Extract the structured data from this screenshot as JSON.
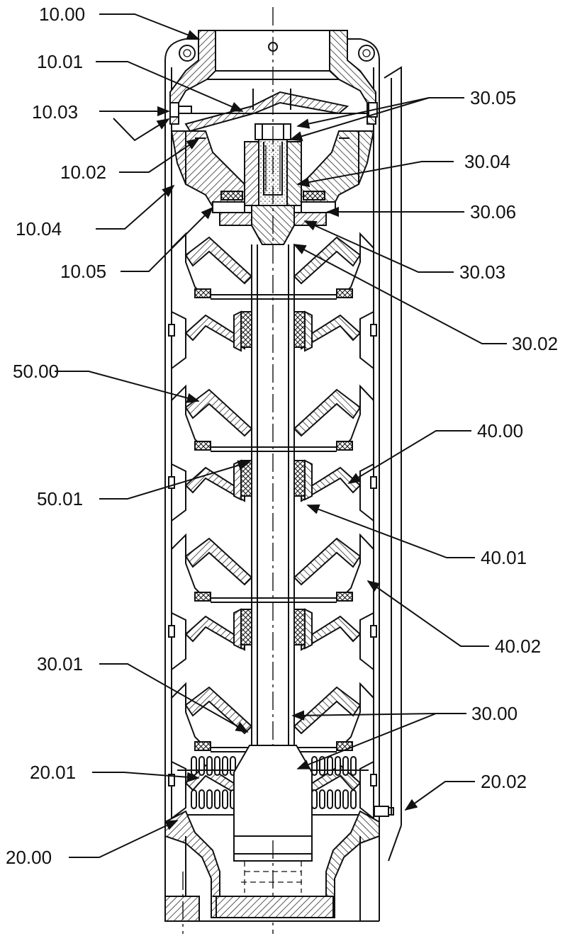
{
  "callouts": [
    {
      "id": "10.00"
    },
    {
      "id": "10.01"
    },
    {
      "id": "10.03"
    },
    {
      "id": "10.02"
    },
    {
      "id": "10.04"
    },
    {
      "id": "10.05"
    },
    {
      "id": "30.05"
    },
    {
      "id": "30.04"
    },
    {
      "id": "30.06"
    },
    {
      "id": "30.03"
    },
    {
      "id": "30.02"
    },
    {
      "id": "50.00"
    },
    {
      "id": "50.01"
    },
    {
      "id": "40.00"
    },
    {
      "id": "40.01"
    },
    {
      "id": "40.02"
    },
    {
      "id": "30.01"
    },
    {
      "id": "30.00"
    },
    {
      "id": "20.01"
    },
    {
      "id": "20.02"
    },
    {
      "id": "20.00"
    }
  ]
}
